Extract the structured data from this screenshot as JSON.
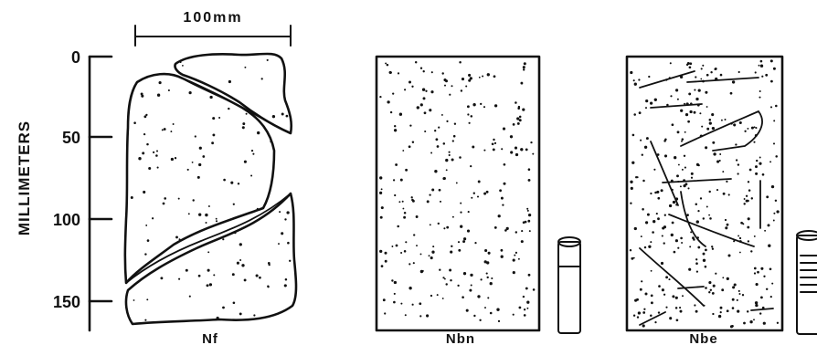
{
  "scale_bar": {
    "label": "100mm"
  },
  "axis": {
    "title": "MILLIMETERS",
    "ticks": [
      "0",
      "50",
      "100",
      "150"
    ]
  },
  "panels": [
    {
      "label": "Nf"
    },
    {
      "label": "Nbn"
    },
    {
      "label": "Nbe"
    }
  ]
}
